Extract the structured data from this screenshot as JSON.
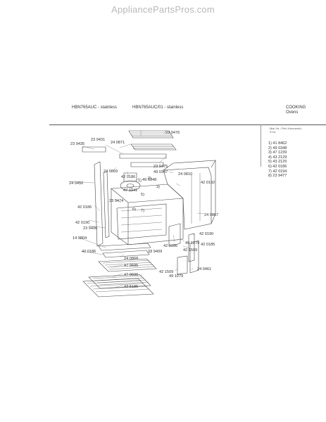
{
  "watermark": "AppliancePartsPros.com",
  "header": {
    "model_left": "HBN765AUC - stainless",
    "model_right": "HBN765AUC/01 - stainless",
    "section_title": "COOKING",
    "section_sub": "Ovens"
  },
  "parts_table": {
    "head_line1": "Mat.-Nr. / Ref.-Kennzeich.",
    "head_line2": "37xx",
    "items": [
      "1) 41 8462",
      "2) 49 0348",
      "3) 47 1239",
      "4) 43 2129",
      "5) 43 2125",
      "6) 42 0186",
      "7) 42 0194",
      "8) 23 9477"
    ]
  },
  "callouts": [
    {
      "id": "c1",
      "text": "23 9431"
    },
    {
      "id": "c2",
      "text": "24 0871"
    },
    {
      "id": "c3",
      "text": "23 9476"
    },
    {
      "id": "c4",
      "text": "23 9435"
    },
    {
      "id": "c5",
      "text": "23 9475"
    },
    {
      "id": "c6",
      "text": "24 0869"
    },
    {
      "id": "c7",
      "text": "49 0347"
    },
    {
      "id": "c8",
      "text": "42 0186"
    },
    {
      "id": "c9",
      "text": "24 0810"
    },
    {
      "id": "c10",
      "text": "24 0450"
    },
    {
      "id": "c11",
      "text": "49 0348"
    },
    {
      "id": "c12",
      "text": "42 0192"
    },
    {
      "id": "c13",
      "text": "47 1241"
    },
    {
      "id": "c14",
      "text": "23 9474"
    },
    {
      "id": "c15",
      "text": "42 0186"
    },
    {
      "id": "c16",
      "text": "24 0867"
    },
    {
      "id": "c17",
      "text": "42 0190"
    },
    {
      "id": "c18",
      "text": "23 9406"
    },
    {
      "id": "c19",
      "text": "42 0190"
    },
    {
      "id": "c20",
      "text": "14 3804"
    },
    {
      "id": "c21",
      "text": "42 0185"
    },
    {
      "id": "c22",
      "text": "42 0186"
    },
    {
      "id": "c23",
      "text": "49 1279"
    },
    {
      "id": "c24",
      "text": "42 1509"
    },
    {
      "id": "c25",
      "text": "24 0868"
    },
    {
      "id": "c26",
      "text": "23 9409"
    },
    {
      "id": "c27",
      "text": "42 0186"
    },
    {
      "id": "c28",
      "text": "47 0695"
    },
    {
      "id": "c29",
      "text": "47 0696"
    },
    {
      "id": "c30",
      "text": "42 1509"
    },
    {
      "id": "c31",
      "text": "49 1279"
    },
    {
      "id": "c32",
      "text": "24 0461"
    },
    {
      "id": "c33",
      "text": "43 5185"
    }
  ],
  "ref_marks": [
    "1)",
    "2)",
    "3)",
    "4)",
    "5)",
    "6)",
    "7)",
    "8)"
  ]
}
